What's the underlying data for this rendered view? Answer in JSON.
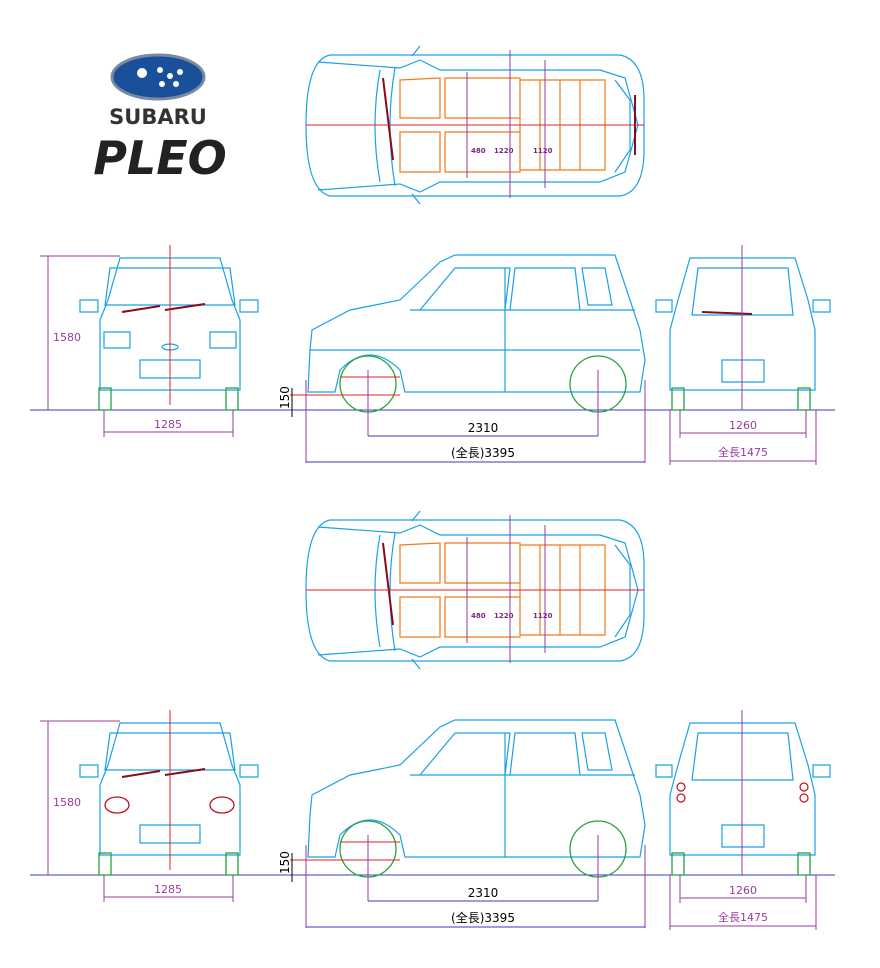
{
  "logo": {
    "brand": "SUBARU",
    "model": "PLEO"
  },
  "colors": {
    "outline": "#1aa0e8",
    "seat": "#f07a1a",
    "dimension": "#9a3aa0",
    "centerline": "#e02020",
    "tire": "#2aa040"
  },
  "sets": [
    {
      "top": {
        "seat_height": "480",
        "interior_length": "1220",
        "interior_width": "1120"
      },
      "front": {
        "height": "1580",
        "tread": "1285"
      },
      "side": {
        "ground_clearance": "150",
        "wheelbase": "2310",
        "length": "(全長)3395"
      },
      "rear": {
        "tread": "1260",
        "width": "全長1475"
      }
    },
    {
      "top": {
        "seat_height": "480",
        "interior_length": "1220",
        "interior_width": "1120"
      },
      "front": {
        "height": "1580",
        "tread": "1285"
      },
      "side": {
        "ground_clearance": "150",
        "wheelbase": "2310",
        "length": "(全長)3395"
      },
      "rear": {
        "tread": "1260",
        "width": "全長1475"
      }
    }
  ]
}
